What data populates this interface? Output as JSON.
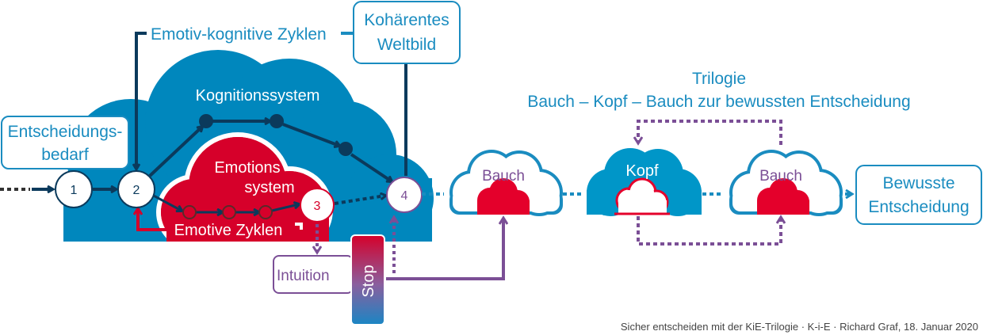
{
  "colors": {
    "blue": "#0087bd",
    "navy": "#0b3a5c",
    "red": "#d6002a",
    "purple": "#7b4f96",
    "text_blue": "#1a8cc0"
  },
  "labels": {
    "entscheidungsbedarf_1": "Entscheidungs-",
    "entscheidungsbedarf_2": "bedarf",
    "emotiv_kognitive": "Emotiv-kognitive Zyklen",
    "koharentes_1": "Kohärentes",
    "koharentes_2": "Weltbild",
    "kognitionssystem": "Kognitionssystem",
    "emotions_1": "Emotions",
    "emotions_2": "system",
    "emotive_zyklen": "Emotive Zyklen",
    "intuition": "Intuition",
    "stop": "Stop",
    "trilogie_title": "Trilogie",
    "trilogie_subtitle": "Bauch – Kopf – Bauch zur bewussten Entscheidung",
    "bauch1": "Bauch",
    "kopf": "Kopf",
    "bauch2": "Bauch",
    "bewusste_1": "Bewusste",
    "bewusste_2": "Entscheidung"
  },
  "nodes": [
    "1",
    "2",
    "3",
    "4"
  ],
  "footer": "Sicher entscheiden mit der KiE-Trilogie · K-i-E · Richard Graf, 18. Januar 2020"
}
